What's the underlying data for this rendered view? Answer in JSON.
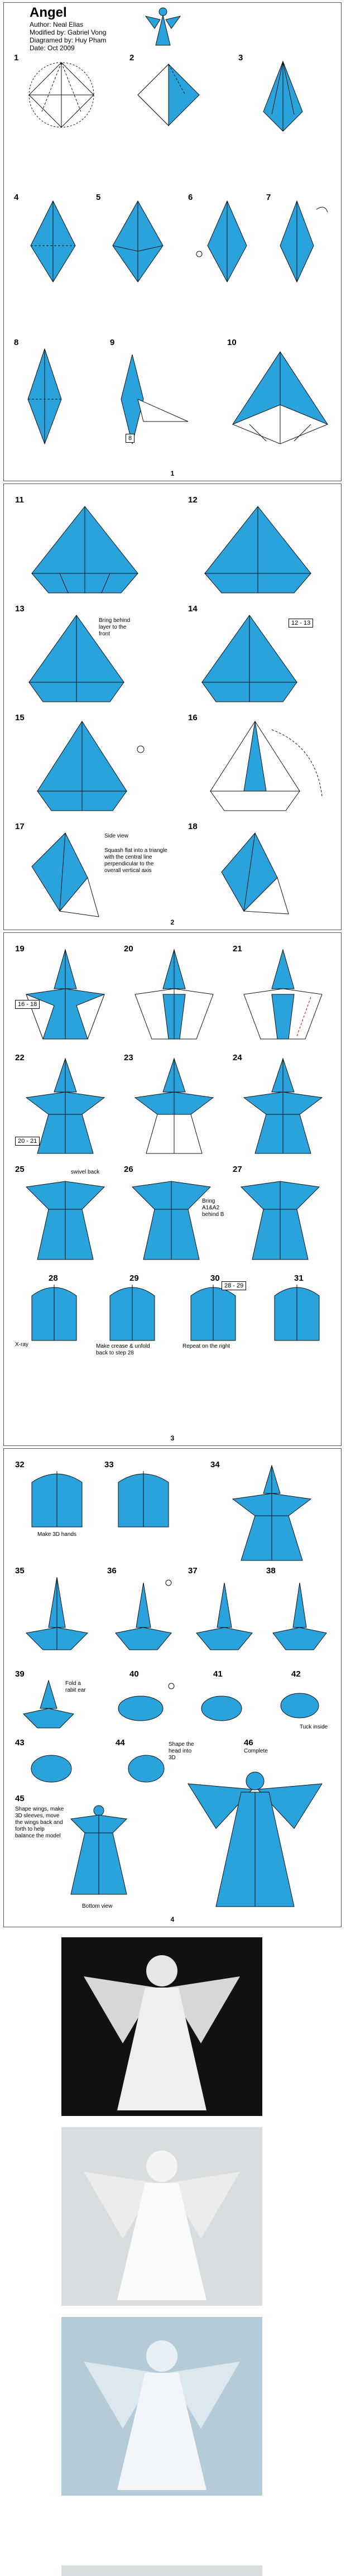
{
  "header": {
    "title": "Angel",
    "author": "Author: Neal Elias",
    "modified": "Modified by: Gabriel Vong",
    "diagrammed": "Diagramed by: Huy Pham",
    "date": "Date: Oct 2009"
  },
  "colors": {
    "paper_blue": "#2aa3dd",
    "paper_white": "#ffffff",
    "line": "#111111"
  },
  "page1": {
    "steps": [
      "1",
      "2",
      "3",
      "4",
      "5",
      "6",
      "7",
      "8",
      "9",
      "10"
    ],
    "box_9": "8",
    "page_number": "1"
  },
  "page2": {
    "steps": [
      "11",
      "12",
      "13",
      "14",
      "15",
      "16",
      "17",
      "18"
    ],
    "note_13": "Bring behind layer to the front",
    "box_14": "12 - 13",
    "note_17a": "Side view",
    "note_17b": "Squash flat into a triangle with the central line perpendicular to the overall vertical axis",
    "page_number": "2"
  },
  "page3": {
    "steps": [
      "19",
      "20",
      "21",
      "22",
      "23",
      "24",
      "25",
      "26",
      "27",
      "28",
      "29",
      "30",
      "31"
    ],
    "box_19": "16 - 18",
    "box_22": "20 - 21",
    "note_25": "swivel back",
    "note_26": "Bring A1&A2 behind B",
    "note_28": "X-ray",
    "note_29": "Make crease & unfold back to step 28",
    "note_30": "Repeat on the right",
    "box_30": "28 - 29",
    "page_number": "3"
  },
  "page4": {
    "steps": [
      "32",
      "33",
      "34",
      "35",
      "36",
      "37",
      "38",
      "39",
      "40",
      "41",
      "42",
      "43",
      "44",
      "45",
      "46"
    ],
    "note_32": "Make 3D hands",
    "note_39": "Fold a rabit ear",
    "note_42": "Tuck inside",
    "note_44": "Shape the head into 3D",
    "note_46": "Complete",
    "note_45": "Shape wings, make 3D sleeves, move the wings back and forth to help balance the model",
    "note_45b": "Bottom view",
    "page_number": "4"
  },
  "photos": [
    {
      "name": "photo-angel-white-dark-background"
    },
    {
      "name": "photo-angel-white-light-background"
    },
    {
      "name": "photo-angel-blue-background"
    }
  ]
}
